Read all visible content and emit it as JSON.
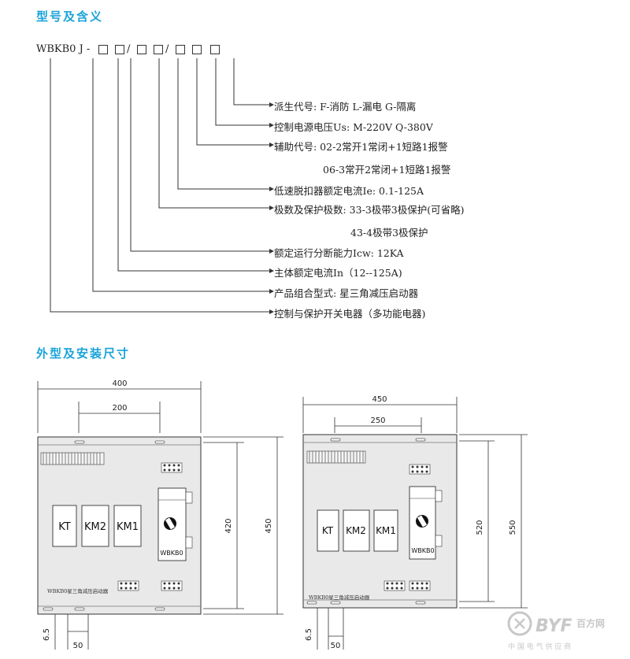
{
  "titles": {
    "model_meaning": "型号及含义",
    "dimensions": "外型及安装尺寸"
  },
  "model": {
    "prefix": "WBKB0 J -",
    "slash": "/"
  },
  "descriptions": [
    "派生代号: F-消防 L-漏电 G-隔离",
    "控制电源电压Us: M-220V Q-380V",
    "辅助代号: 02-2常开1常闭+1短路1报警",
    "06-3常开2常闭+1短路1报警",
    "低速脱扣器额定电流Ie: 0.1-125A",
    "极数及保护极数: 33-3极带3极保护(可省略)",
    "43-4极带3极保护",
    "额定运行分断能力Icw: 12KA",
    "主体额定电流In（12--125A)",
    "产品组合型式: 星三角减压启动器",
    "控制与保护开关电器（多功能电器)"
  ],
  "cabinets": [
    {
      "width_label": "400",
      "inner_width_label": "200",
      "inner_height_label": "420",
      "outer_height_label": "450",
      "offset_label": "6.5",
      "bottom_label": "50",
      "modules": [
        "KT",
        "KM2",
        "KM1"
      ],
      "device_label": "WBKB0",
      "caption": "WBKB0星三角减压启动器"
    },
    {
      "width_label": "450",
      "inner_width_label": "250",
      "inner_height_label": "520",
      "outer_height_label": "550",
      "offset_label": "6.5",
      "bottom_label": "50",
      "modules": [
        "KT",
        "KM2",
        "KM1"
      ],
      "device_label": "WBKB0",
      "caption": "WBKB0星三角减压启动器"
    }
  ],
  "watermark": {
    "brand": "BYF",
    "brand_cn": "百方网",
    "tagline": "中 国 电 气 供 应 商"
  },
  "colors": {
    "title": "#1aa3d9",
    "line": "#333333",
    "panel_fill": "#e9e9e9",
    "watermark": "#c8c8c8"
  }
}
